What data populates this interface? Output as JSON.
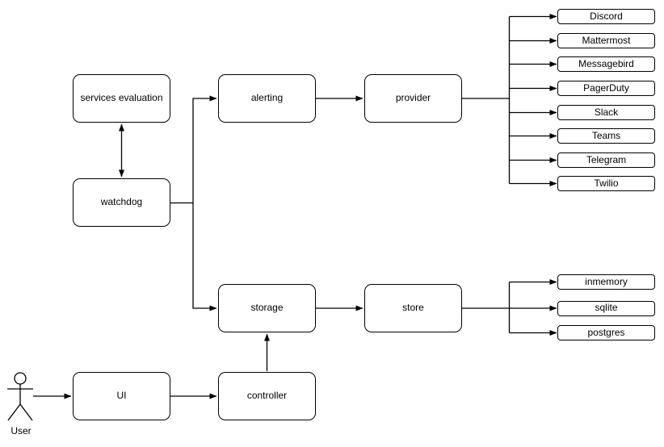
{
  "diagram": {
    "nodes": {
      "services_evaluation": "services evaluation",
      "watchdog": "watchdog",
      "alerting": "alerting",
      "provider": "provider",
      "storage": "storage",
      "store": "store",
      "ui": "UI",
      "controller": "controller"
    },
    "providers": [
      "Discord",
      "Mattermost",
      "Messagebird",
      "PagerDuty",
      "Slack",
      "Teams",
      "Telegram",
      "Twilio"
    ],
    "stores": [
      "inmemory",
      "sqlite",
      "postgres"
    ],
    "actor": {
      "label": "User"
    },
    "colors": {
      "background": "#ffffff",
      "node_fill": "#ffffff",
      "stroke": "#000000",
      "text": "#000000"
    }
  }
}
